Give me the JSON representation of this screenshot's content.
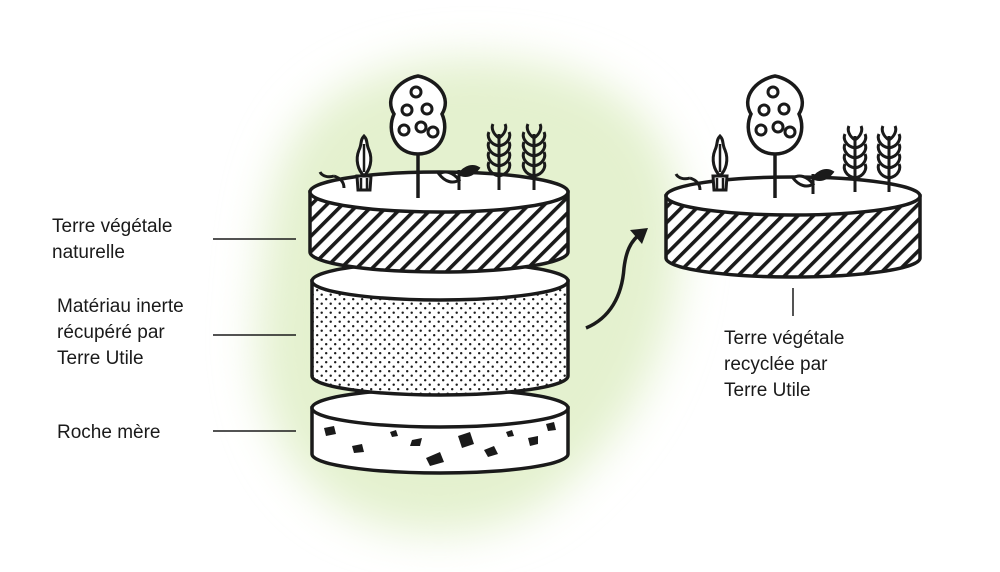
{
  "labels": {
    "topsoil": {
      "line1": "Terre végétale",
      "line2": "naturelle"
    },
    "inert": {
      "line1": "Matériau inerte",
      "line2": "récupéré par",
      "line3": "Terre Utile"
    },
    "bedrock": {
      "line1": "Roche mère"
    },
    "recycled": {
      "line1": "Terre végétale",
      "line2": "recyclée par",
      "line3": "Terre Utile"
    }
  },
  "colors": {
    "background": "#ffffff",
    "ink": "#1a1a1a",
    "blob": "#e4f1cf"
  },
  "icons": [
    "tree-icon",
    "carrot-icon",
    "sprout-icon",
    "wheat-icon",
    "arrow-curved-icon"
  ]
}
